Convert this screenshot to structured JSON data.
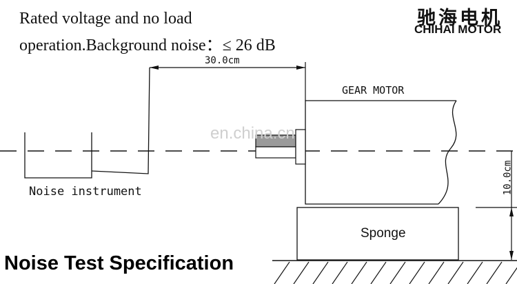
{
  "header": {
    "line1": "Rated voltage and no load",
    "line2": "operation.Background noise：≤ 26 dB"
  },
  "logo": {
    "cn": "驰海电机",
    "en": "CHIHAI MOTOR"
  },
  "labels": {
    "distance": "30.0cm",
    "gear_motor": "GEAR MOTOR",
    "height": "10.0cm",
    "noise_instrument": "Noise instrument",
    "sponge": "Sponge"
  },
  "watermark": "en.china.cn",
  "footer": {
    "title": "Noise Test Specification"
  }
}
